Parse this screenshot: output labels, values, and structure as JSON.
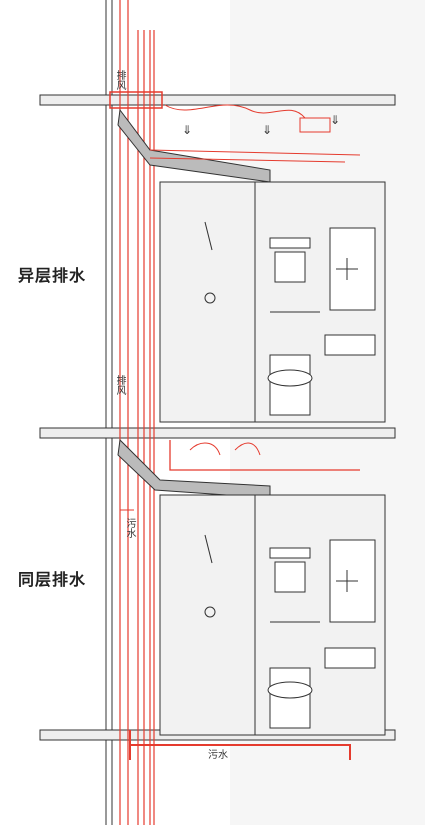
{
  "labels": {
    "different_floor": "异层排水",
    "same_floor": "同层排水",
    "exhaust": "排风",
    "sewage": "污水"
  },
  "colors": {
    "red": "#e53b2e",
    "line": "#333333",
    "panel": "#f2f2f2"
  }
}
